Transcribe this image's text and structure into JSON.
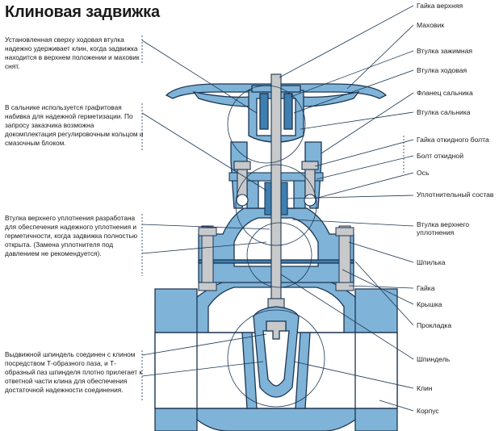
{
  "title": "Клиновая задвижка",
  "notes": [
    "Установленная сверху ходовая втулка надежно удерживает клин, когда задвижка находится в верхнем положении и маховик снят.",
    "В сальнике используется графитовая набивка для надежной герметиза­ции. По запросу заказчика возможна докомплектация регулировочным кольцом и смазочным блоком.",
    "Втулка верхнего уплотнения разра­ботана для обеспечения надежного уплотнения и герметичности, когда задвижка полностью открыта. (За­мена уплотнителя под давлением не рекомендуется).",
    "Выдвижной шпиндель соединен с клином посредством Т-образного паза, и Т-образный паз шпинделя плотно прилегает к ответной части клина для обеспечения достаточной надежности соединения."
  ],
  "labels": [
    "Гайка верхняя",
    "Маховик",
    "Втулка зажимная",
    "Втулка ходовая",
    "Фланец сальника",
    "Втулка сальника",
    "Гайка откидного болта",
    "Болт откидной",
    "Ось",
    "Уплотнительный состав",
    "Втулка верхнего уплотнения",
    "Шпилька",
    "Гайка",
    "Крышка",
    "Прокладка",
    "Шпиндель",
    "Клин",
    "Корпус"
  ],
  "colors": {
    "metal": "#7fb3d8",
    "metal_dark": "#3f7fb0",
    "outline": "#1c3550",
    "cavity": "#ffffff",
    "nut": "#c7c9cb"
  }
}
